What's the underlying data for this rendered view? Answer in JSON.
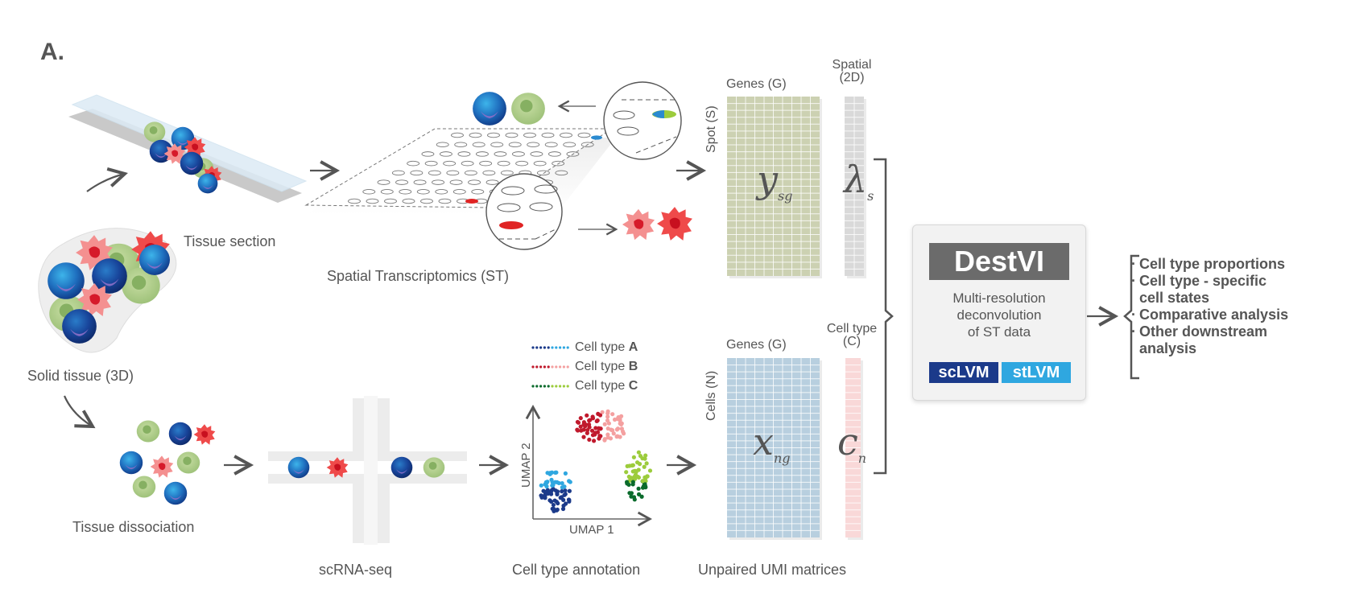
{
  "panel_label": "A.",
  "top_flow": {
    "tissue_section_label": "Tissue section",
    "st_label": "Spatial Transcriptomics (ST)",
    "matrix_y": {
      "col_label": "Genes (G)",
      "row_label": "Spot (S)",
      "symbol": "y",
      "subscript": "sg",
      "color": "#ccd1b2"
    },
    "matrix_lambda": {
      "col_label_line1": "Spatial",
      "col_label_line2": "(2D)",
      "symbol": "λ",
      "subscript": "s",
      "color": "#d9d9d9"
    }
  },
  "left": {
    "solid_tissue_label": "Solid tissue (3D)"
  },
  "bottom_flow": {
    "dissociation_label": "Tissue dissociation",
    "scrna_label": "scRNA-seq",
    "annotation_label": "Cell type annotation",
    "umi_label": "Unpaired UMI matrices",
    "legend": [
      {
        "prefix": "Cell type ",
        "letter": "A",
        "color_dark": "#1b3a8a",
        "color_light": "#2fa7e0"
      },
      {
        "prefix": "Cell type ",
        "letter": "B",
        "color_dark": "#c0192c",
        "color_light": "#f4a0a0"
      },
      {
        "prefix": "Cell type ",
        "letter": "C",
        "color_dark": "#0b6b2c",
        "color_light": "#9ccc3c"
      }
    ],
    "umap_xlabel": "UMAP 1",
    "umap_ylabel": "UMAP 2",
    "matrix_x": {
      "col_label": "Genes (G)",
      "row_label": "Cells (N)",
      "symbol": "x",
      "subscript": "ng",
      "color": "#b8cfdf"
    },
    "matrix_c": {
      "col_label_line1": "Cell type",
      "col_label_line2": "(C)",
      "symbol": "c",
      "subscript": "n",
      "color": "#f9d8d8"
    }
  },
  "destvi": {
    "title": "DestVI",
    "desc_line1": "Multi-resolution",
    "desc_line2": "deconvolution",
    "desc_line3": "of ST data",
    "sclvm": "scLVM",
    "stlvm": "stLVM",
    "sclvm_color": "#1b3a8a",
    "stlvm_color": "#2fa7e0"
  },
  "outputs": [
    {
      "line1": "Cell type proportions",
      "line2": ""
    },
    {
      "line1": "Cell type - specific",
      "line2": "cell states"
    },
    {
      "line1": "Comparative analysis",
      "line2": ""
    },
    {
      "line1": "Other downstream",
      "line2": "analysis"
    }
  ]
}
